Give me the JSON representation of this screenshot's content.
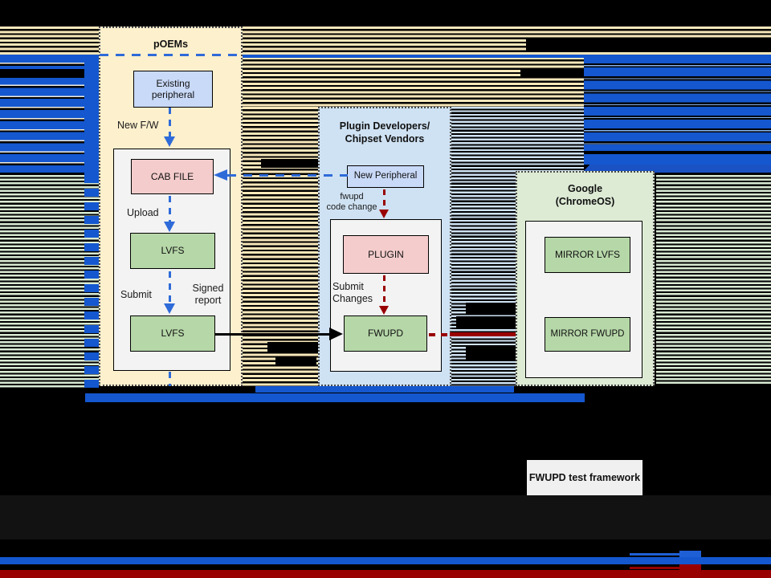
{
  "colors": {
    "background": "#000000",
    "glitch_blue_bar": "#1457cf",
    "dashed_blue": "#2f6bd8",
    "dark_red": "#990000",
    "panel_cream": "#fdf0cd",
    "panel_light_blue": "#cfe2f3",
    "panel_light_green": "#ddebd5",
    "box_periwinkle": "#c9daf8",
    "box_pink": "#f4cccc",
    "box_green": "#b6d7a8",
    "container_gray": "#f3f3f3",
    "stripe_tan": "#f7e7ba"
  },
  "diagram": {
    "poems": {
      "title": "pOEMs",
      "existing_peripheral": "Existing peripheral",
      "new_fw": "New F/W",
      "cab_file": "CAB FILE",
      "upload": "Upload",
      "lvfs_upper": "LVFS",
      "submit": "Submit",
      "signed_report": "Signed\nreport",
      "lvfs_lower": "LVFS"
    },
    "plugin_devs": {
      "title": "Plugin Developers/\nChipset Vendors",
      "new_peripheral": "New Peripheral",
      "fwupd_code_change": "fwupd\ncode change",
      "plugin": "PLUGIN",
      "submit_changes": "Submit\nChanges",
      "fwupd": "FWUPD"
    },
    "google": {
      "title": "Google\n(ChromeOS)",
      "mirror_lvfs": "MIRROR LVFS",
      "mirror_fwupd": "MIRROR FWUPD"
    },
    "test_framework": "FWUPD test framework"
  }
}
